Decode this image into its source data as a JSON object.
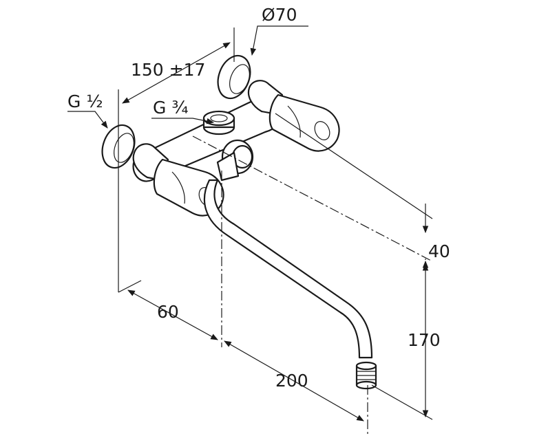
{
  "dimensions": {
    "flange_diameter": "Ø70",
    "center_distance": "150 ±17",
    "inlet_thread": "G ½",
    "outlet_thread": "G ¾",
    "projection_to_body": "60",
    "spout_reach": "200",
    "body_height": "40",
    "spout_height": "170"
  },
  "colors": {
    "ink": "#1a1a1a",
    "paper": "#ffffff"
  }
}
